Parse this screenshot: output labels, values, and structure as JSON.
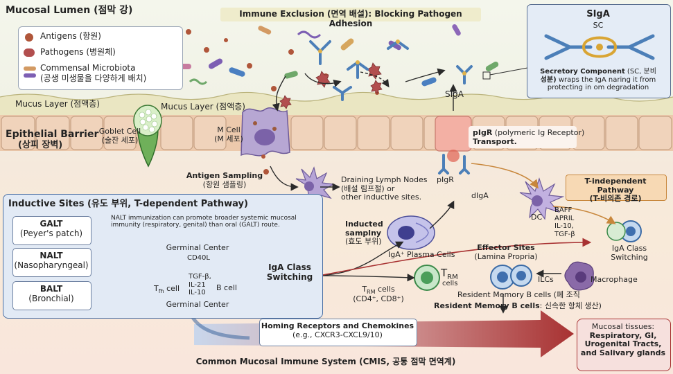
{
  "lumen_title": "Mucosal Lumen (점막 강)",
  "exclusion_title": "Immune Exclusion (면역 배설): Blocking Pathogen Adhesion",
  "legend": {
    "antigens": "Antigens (항원)",
    "pathogens": "Pathogens (병원체)",
    "commensal_1": "Commensal Microbiota",
    "commensal_2": "(공생 미생물을 다양하게 배치)"
  },
  "siga_inset": {
    "title": "SIgA",
    "sc": "SC",
    "caption_bold": "Secretory Component",
    "caption_rest_1": " (SC, 분비",
    "caption_line2_bold": "성분)",
    "caption_line2_rest": " wraps the IgA naring it from",
    "caption_line3": "protecting in om degradation"
  },
  "siga_label": "SIgA",
  "mucus_left": "Mucus Layer (점액층)",
  "mucus_mid": "Mucus Layer (점액층)",
  "epithelial_1": "Epithelial Barrier",
  "epithelial_2": "(상피 장벽)",
  "goblet_1": "Goblet Cell",
  "goblet_2": "(술잔 세포)",
  "mcell_1": "M Cell",
  "mcell_2": "(M 세포)",
  "pigr_1": "pIgR",
  "pigr_1_rest": " (polymeric Ig Receptor)",
  "pigr_2": "Transport.",
  "antigen_sampling_1": "Antigen Sampling",
  "antigen_sampling_2": "(항원 샘플링)",
  "dc": "DC",
  "draining_1": "Draining Lymph Nodes",
  "draining_2": "(배설 림프절) or",
  "draining_3": "other inductive sites.",
  "pigr_small": "pIgR",
  "diga": "dIgA",
  "tind_1": "T-independent Pathway",
  "tind_2": "(T-비의존 경로)",
  "inductive_title": "Inductive Sites (유도 부위, T-dependent Pathway)",
  "galt_1": "GALT",
  "galt_2": "(Peyer's patch)",
  "nalt_1": "NALT",
  "nalt_2": "(Nasopharyngeal)",
  "balt_1": "BALT",
  "balt_2": "(Bronchial)",
  "nalt_note_1": "NALT immunization can promote broader systemic mucosal",
  "nalt_note_2": "immunity (respiratory, genital) than oral (GALT) route.",
  "gc_top": "Germinal Center",
  "gc_bottom": "Germinal Center",
  "cd40l": "CD40L",
  "cytokines_1": "TGF-β,",
  "cytokines_2": "IL-21",
  "cytokines_3": "IL-10",
  "tfh": "T",
  "tfh_sub": "fh",
  "tfh_rest": " cell",
  "bcell": "B cell",
  "iga_switch_1": "IgA Class",
  "iga_switch_2": "Switching",
  "inducted_1": "Inducted",
  "inducted_2": "samplny",
  "inducted_3": "(효도 부위)",
  "plasma": "IgA⁺ Plasma Cells",
  "dc_right": "DC",
  "baff": "BAFF",
  "april": "APRIL",
  "il10": "IL-10,",
  "tgfb": "TGF-β",
  "iga_class_right_1": "IgA Class",
  "iga_class_right_2": "Switching",
  "effector_1": "Effector Sites",
  "effector_2": "(Lamina Propria)",
  "trm_big": "T",
  "trm_big_sub": "RM",
  "trm_big_2": "cells",
  "trm_small": "T",
  "trm_small_sub": "RM",
  "trm_small_rest": " cells",
  "trm_small_2": "(CD4⁺, CD8⁺)",
  "ilcs": "ILCs",
  "macrophage": "Macrophage",
  "resident_b": "Resident Memory B cells (폐 조직",
  "resident_b2_bold": "Resident Memory B cells",
  "resident_b2_rest": ": 신속한 항체 생산)",
  "homing_1": "Homing Receptors and Chemokines",
  "homing_2": "(e.g., CXCR3-CXCL9/10)",
  "cmis": "Common Mucosal Immune System (CMIS, 공통 점막 면역계)",
  "mucosal_tissues_1": "Mucosal tissues:",
  "mucosal_tissues_2": "Respiratory, GI,",
  "mucosal_tissues_3": "Urogenital Tracts,",
  "mucosal_tissues_4": "and Salivary glands",
  "colors": {
    "epithelium": "#f1d6bf",
    "mucus": "#ece9c8",
    "inductive_bg": "#e3ecf7",
    "inductive_border": "#4a6fa3",
    "antibody_blue": "#4c7fb8",
    "antigen": "#b0563a",
    "pathogen": "#c06a6a",
    "arrow_red": "#a83232"
  }
}
